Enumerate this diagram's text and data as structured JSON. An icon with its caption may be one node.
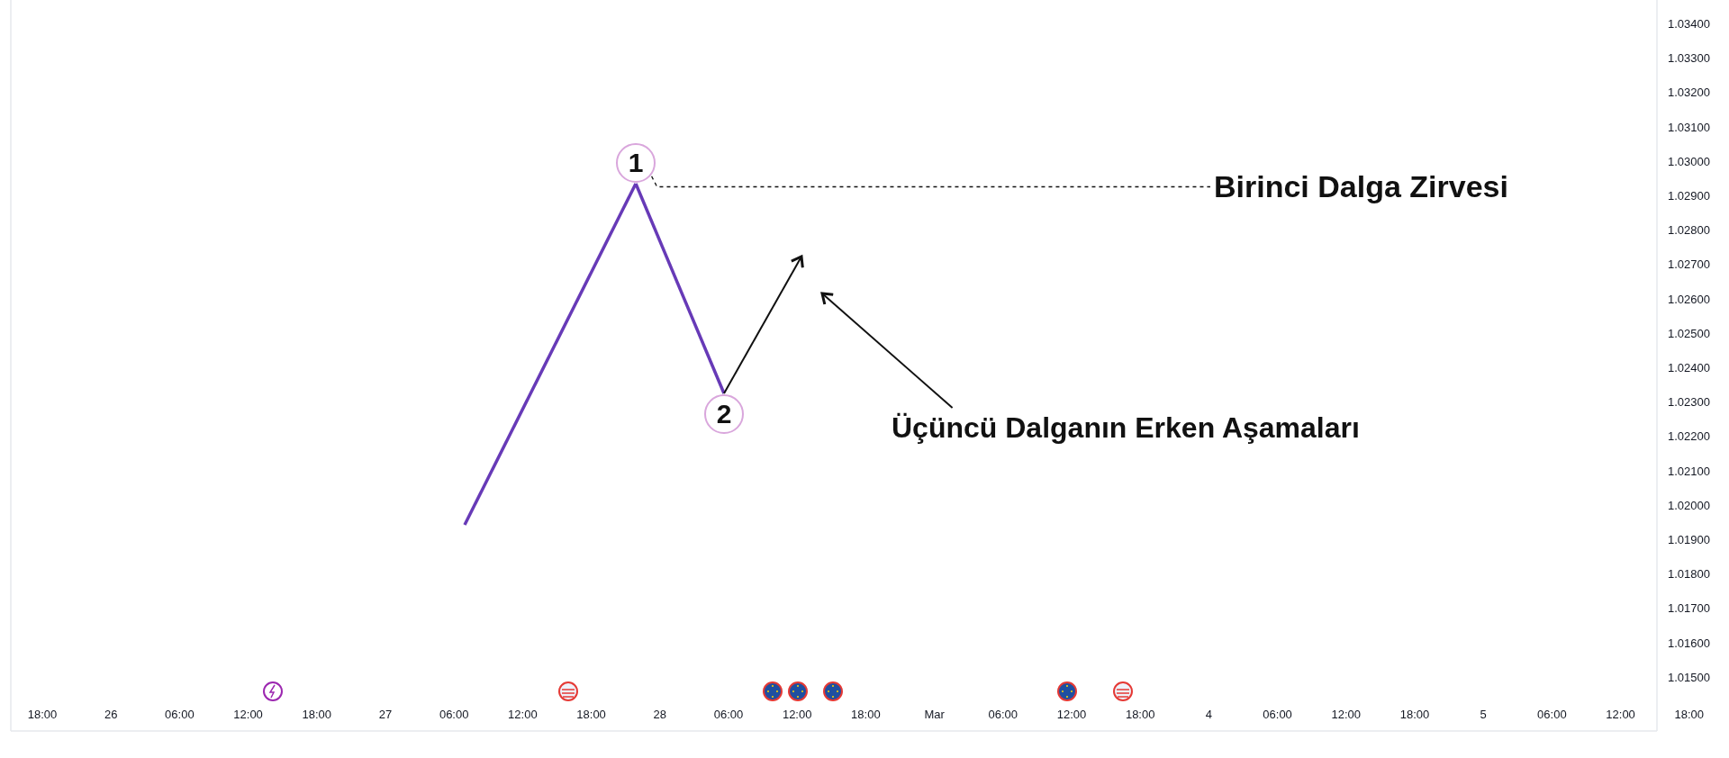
{
  "diagram": {
    "nodes": [
      {
        "text": [
          "1"
        ]
      },
      {
        "text": [
          "2"
        ]
      },
      {
        "text": [
          "Birinci Dalga Zirvesi"
        ]
      },
      {
        "text": [
          "Üçüncü Dalganın Erken Aşamaları"
        ]
      }
    ],
    "edges": [
      {
        "from": null,
        "to": 0,
        "arrow": "none",
        "color": "#673ab7"
      },
      {
        "from": 0,
        "to": 1,
        "arrow": "none",
        "color": "#673ab7"
      },
      {
        "from": 1,
        "to": null,
        "arrow": "to"
      },
      {
        "from": 0,
        "to": 2,
        "arrow": "none",
        "style": "dashed"
      },
      {
        "from": 3,
        "to": null,
        "arrow": "to"
      }
    ],
    "labels": [
      "1.03400",
      "1.03300",
      "1.03200",
      "1.03100",
      "1.03000",
      "1.02900",
      "1.02800",
      "1.02700",
      "1.02600",
      "1.02500",
      "1.02400",
      "1.02300",
      "1.02200",
      "1.02100",
      "1.02000",
      "1.01900",
      "1.01800",
      "1.01700",
      "1.01600",
      "1.01500",
      "18:00",
      "26",
      "06:00",
      "12:00",
      "18:00",
      "27",
      "06:00",
      "12:00",
      "18:00",
      "28",
      "06:00",
      "12:00",
      "18:00",
      "Mar",
      "06:00",
      "12:00",
      "18:00",
      "4",
      "06:00",
      "12:00",
      "18:00",
      "5",
      "06:00",
      "12:00",
      "18:00"
    ]
  }
}
